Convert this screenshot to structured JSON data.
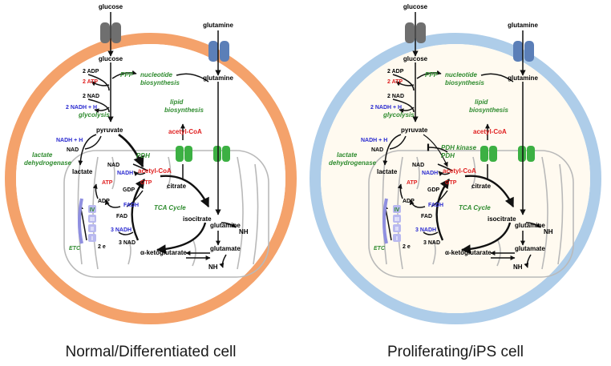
{
  "panels": [
    {
      "caption": "Normal/Differentiated cell",
      "membrane_color": "#f4a26b",
      "cytoplasm_color": "#ffffff",
      "t": {
        "glucose_out": "glucose",
        "glutamine_out": "glutamine",
        "glucose_in": "glucose",
        "glutamine_in": "glutamine",
        "adp2": "2 ADP",
        "atp2": "2 ATP",
        "ppp": "PPP",
        "nucleotide": "nucleotide",
        "biosynthesis1": "biosynthesis",
        "nad2": "2 NAD",
        "nadh2": "2 NADH + H",
        "glycolysis": "glycolysis",
        "lipid": "lipid",
        "biosynthesis2": "biosynthesis",
        "pyruvate": "pyruvate",
        "acetyl_cyto": "acetyl-CoA",
        "nadh_h": "NADH + H",
        "nad_plus": "NAD",
        "lactate_dh1": "lactate",
        "lactate_dh2": "dehydrogenase",
        "lactate": "lactate",
        "pdh": "PDH",
        "pdh_kinase": "",
        "nad_mito": "NAD",
        "nadh_mito": "NADH",
        "acetyl_mito": "acetyl-CoA",
        "gtp": "GTP",
        "gdp": "GDP",
        "citrate": "citrate",
        "atp": "ATP",
        "adp": "ADP",
        "fadh2": "FADH",
        "fad": "FAD",
        "tca": "TCA Cycle",
        "isocitrate": "isocitrate",
        "nadh3": "3 NADH",
        "nad3": "3 NAD",
        "glutamine_mito": "glutamine",
        "nh4a": "NH",
        "glutamate": "glutamate",
        "akg": "α-ketoglutarate",
        "nh4b": "NH",
        "etc": "ETC",
        "two_e": "2 e",
        "c4": "IV",
        "c3": "III",
        "c2": "II",
        "c1": "I"
      }
    },
    {
      "caption": "Proliferating/iPS cell",
      "membrane_color": "#aecde9",
      "cytoplasm_color": "#fffaf0",
      "t": {
        "glucose_out": "glucose",
        "glutamine_out": "glutamine",
        "glucose_in": "glucose",
        "glutamine_in": "glutamine",
        "adp2": "2 ADP",
        "atp2": "2 ATP",
        "ppp": "PPP",
        "nucleotide": "nucleotide",
        "biosynthesis1": "biosynthesis",
        "nad2": "2 NAD",
        "nadh2": "2 NADH + H",
        "glycolysis": "glycolysis",
        "lipid": "lipid",
        "biosynthesis2": "biosynthesis",
        "pyruvate": "pyruvate",
        "acetyl_cyto": "acetyl-CoA",
        "nadh_h": "NADH + H",
        "nad_plus": "NAD",
        "lactate_dh1": "lactate",
        "lactate_dh2": "dehydrogenase",
        "lactate": "lactate",
        "pdh": "PDH",
        "pdh_kinase": "PDH kinase",
        "nad_mito": "NAD",
        "nadh_mito": "NADH",
        "acetyl_mito": "acetyl-CoA",
        "gtp": "GTP",
        "gdp": "GDP",
        "citrate": "citrate",
        "atp": "ATP",
        "adp": "ADP",
        "fadh2": "FADH",
        "fad": "FAD",
        "tca": "TCA Cycle",
        "isocitrate": "isocitrate",
        "nadh3": "3 NADH",
        "nad3": "3 NAD",
        "glutamine_mito": "glutamine",
        "nh4a": "NH",
        "glutamate": "glutamate",
        "akg": "α-ketoglutarate",
        "nh4b": "NH",
        "etc": "ETC",
        "two_e": "2 e",
        "c4": "IV",
        "c3": "III",
        "c2": "II",
        "c1": "I"
      }
    }
  ],
  "colors": {
    "green_label": "#2e8b2e",
    "red_label": "#e02020",
    "blue_label": "#2a2ad0",
    "transporter_grey": "#6f6f6f",
    "transporter_blue": "#5b7fb8",
    "transporter_green": "#3cb043",
    "etc_purple": "#8f8fe0"
  }
}
